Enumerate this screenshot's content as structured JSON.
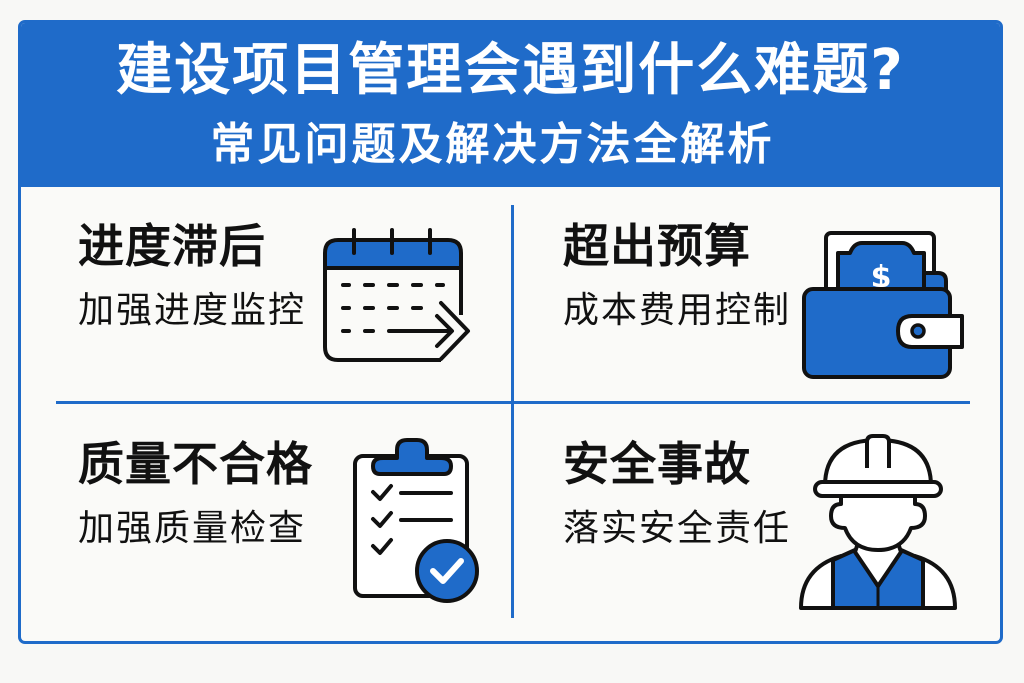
{
  "header": {
    "title": "建设项目管理会遇到什么难题?",
    "subtitle": "常见问题及解决方法全解析"
  },
  "colors": {
    "accent": "#1f6bc9",
    "background": "#f8f8f6",
    "text": "#111111",
    "header_text": "#ffffff"
  },
  "sections": [
    {
      "heading": "进度滞后",
      "solution": "加强进度监控",
      "icon": "calendar-arrow-icon"
    },
    {
      "heading": "超出预算",
      "solution": "成本费用控制",
      "icon": "wallet-money-icon"
    },
    {
      "heading": "质量不合格",
      "solution": "加强质量检查",
      "icon": "clipboard-check-icon"
    },
    {
      "heading": "安全事故",
      "solution": "落实安全责任",
      "icon": "hardhat-worker-icon"
    }
  ]
}
